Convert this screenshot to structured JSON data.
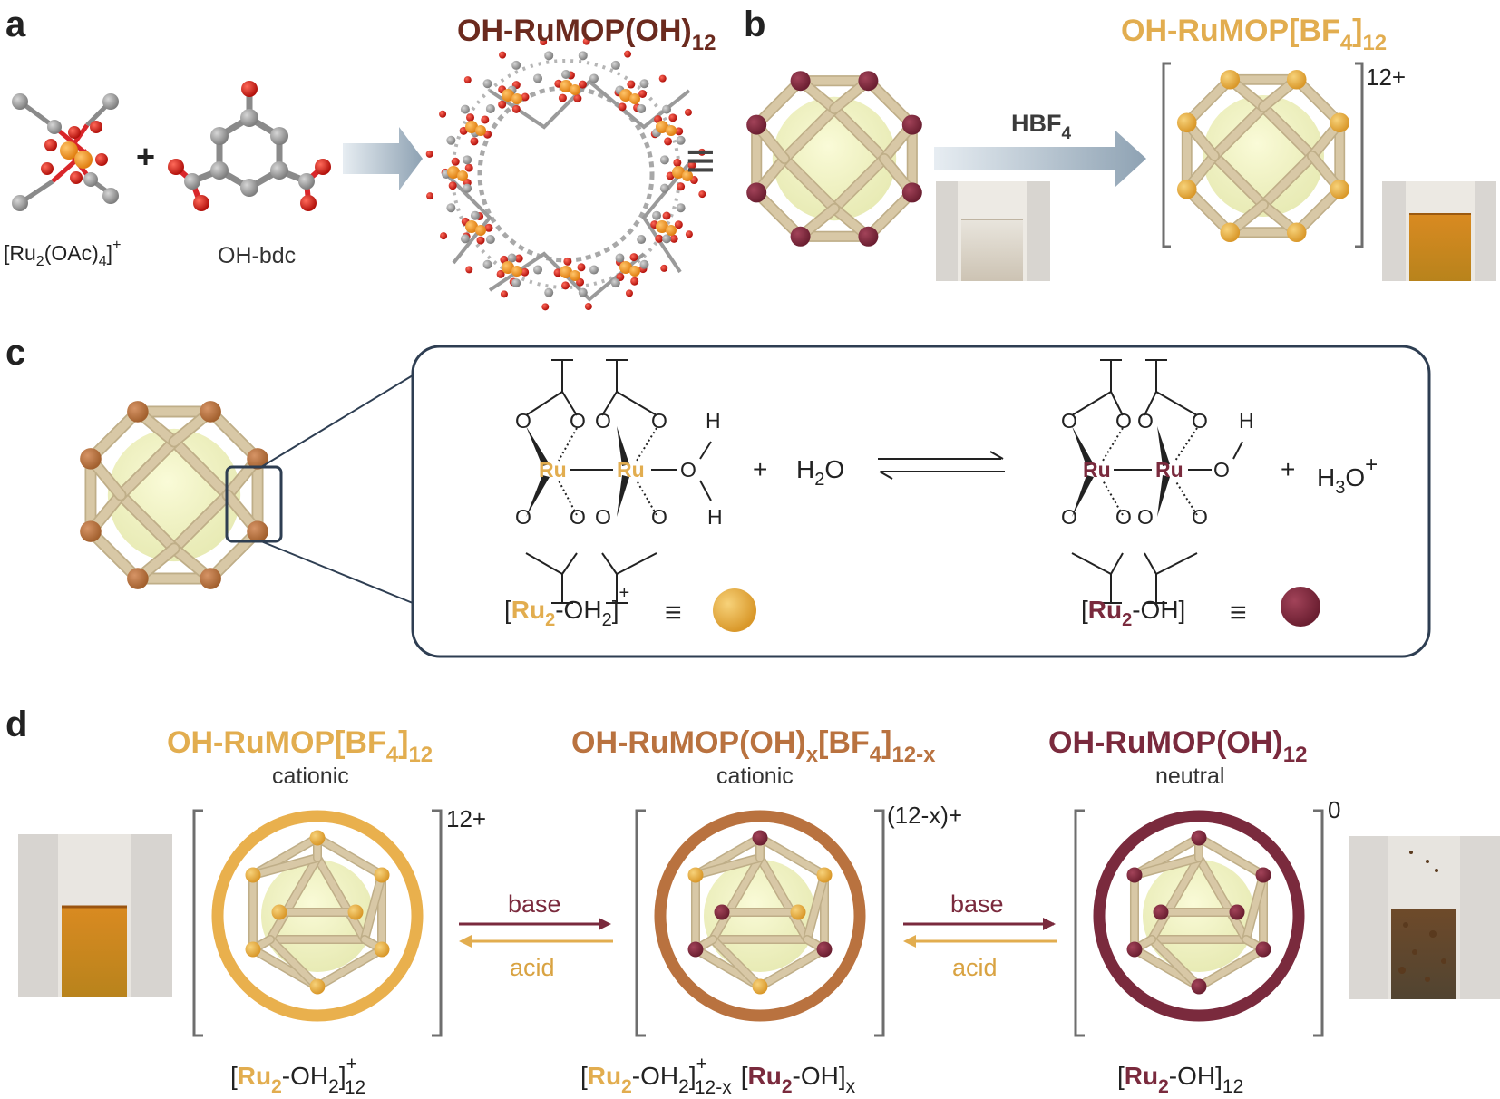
{
  "panels": {
    "a": "a",
    "b": "b",
    "c": "c",
    "d": "d"
  },
  "colors": {
    "cationic_gold": "#E7AF3F",
    "mixed_brown": "#B9723F",
    "neutral_maroon": "#7A2A3D",
    "rod": "#D8C8A6",
    "sphere": "#EEF0B8",
    "arrow_grey": "#93A6B5",
    "frame": "#2E3E52"
  },
  "panel_a": {
    "title_main": "OH-RuMOP(OH)",
    "title_sub": "12",
    "precursor_pre": "[Ru",
    "precursor_s1": "2",
    "precursor_mid": "(OAc)",
    "precursor_s2": "4",
    "precursor_post": "]",
    "precursor_sup": "+",
    "plus": "+",
    "linker": "OH-bdc",
    "equiv": "≡"
  },
  "panel_b": {
    "title_main": "OH-RuMOP[BF",
    "title_sub1": "4",
    "title_close": "]",
    "title_sub2": "12",
    "reagent_main": "HBF",
    "reagent_sub": "4",
    "charge": "12+"
  },
  "panel_c": {
    "o": "O",
    "h": "H",
    "ru": "Ru",
    "plus": "+",
    "water_pre": "H",
    "water_sub": "2",
    "water_post": "O",
    "hydronium_pre": "H",
    "hydronium_sub": "3",
    "hydronium_post": "O",
    "hydronium_sup": "+",
    "aqua_open": "[",
    "aqua_ru": "Ru",
    "aqua_ru_sub": "2",
    "aqua_rest": "-OH",
    "aqua_rest_sub": "2",
    "aqua_close": "]",
    "aqua_sup": "+",
    "hydroxo_open": "[",
    "hydroxo_ru": "Ru",
    "hydroxo_ru_sub": "2",
    "hydroxo_rest": "-OH]",
    "equiv": "≡"
  },
  "panel_d": {
    "species": [
      {
        "t_main": "OH-RuMOP[BF",
        "t_s1": "4",
        "t_close": "]",
        "t_s2": "12",
        "state": "cationic",
        "charge": "12+",
        "f_open": "[",
        "f_ru": "Ru",
        "f_ru_sub": "2",
        "f_rest": "-OH",
        "f_rest_sub": "2",
        "f_close": "]",
        "f_sup": "+",
        "f_sub": "12"
      },
      {
        "t_main": "OH-RuMOP(OH)",
        "t_s1": "x",
        "t_mid": "[BF",
        "t_s2": "4",
        "t_close": "]",
        "t_s3": "12-x",
        "state": "cationic",
        "charge": "(12-x)+",
        "f_open": "[",
        "f_ru": "Ru",
        "f_ru_sub": "2",
        "f_rest": "-OH",
        "f_rest_sub": "2",
        "f_close": "]",
        "f_sup": "+",
        "f_sub": "12-x",
        "f2_open": "[",
        "f2_ru": "Ru",
        "f2_ru_sub": "2",
        "f2_rest": "-OH]",
        "f2_sub": "x"
      },
      {
        "t_main": "OH-RuMOP(OH)",
        "t_s1": "12",
        "state": "neutral",
        "charge": "0",
        "f_open": "[",
        "f_ru": "Ru",
        "f_ru_sub": "2",
        "f_rest": "-OH]",
        "f_sub": "12"
      }
    ],
    "base": "base",
    "acid": "acid"
  }
}
